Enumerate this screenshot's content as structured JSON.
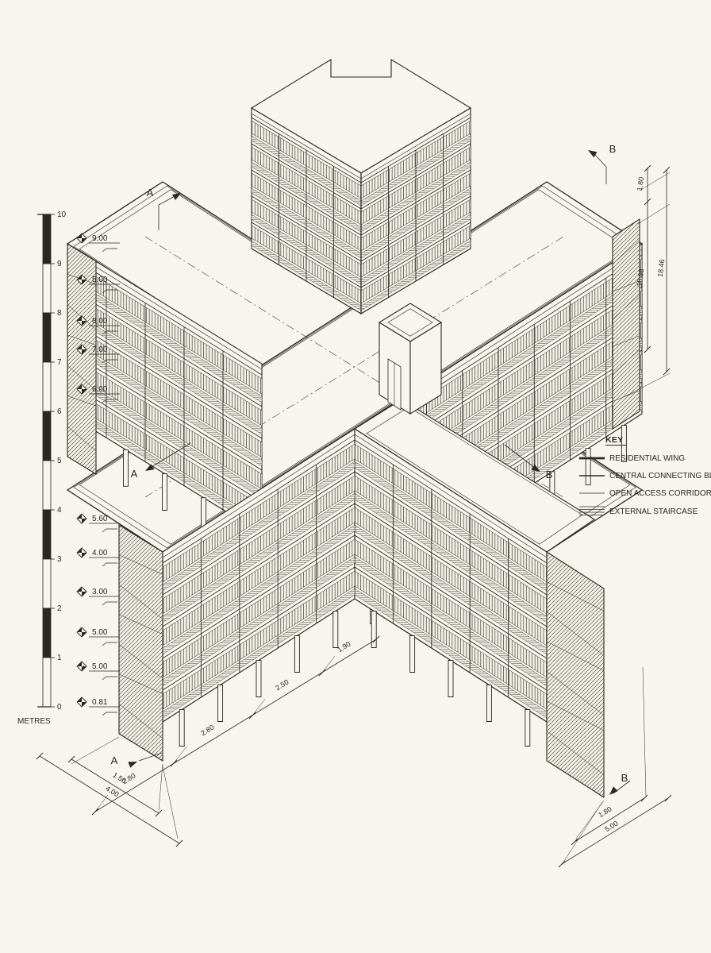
{
  "drawing": {
    "scale_bar": {
      "unit_label": "METRES",
      "ticks": [
        "10",
        "9",
        "8",
        "7",
        "6",
        "5",
        "4",
        "3",
        "2",
        "1",
        "0"
      ]
    },
    "levels": {
      "upper": [
        "9.00",
        "5.00",
        "8.00",
        "7.00",
        "6.00"
      ],
      "lower": [
        "5.60",
        "4.00",
        "3.00",
        "5.00",
        "5.00",
        "0.81"
      ]
    },
    "sections": {
      "a": "A",
      "b": "B"
    },
    "key": {
      "title": "KEY",
      "items": [
        {
          "label": "RESIDENTIAL WING",
          "swatch": "thick-line"
        },
        {
          "label": "CENTRAL CONNECTING BLOCK",
          "swatch": "medium-line"
        },
        {
          "label": "OPEN ACCESS CORRIDOR",
          "swatch": "thin-line"
        },
        {
          "label": "EXTERNAL STAIRCASE",
          "swatch": "hatch"
        }
      ]
    },
    "dimensions": {
      "right_top": "1.80",
      "right_inner": "10.08",
      "right_outer": "18.46",
      "base_chain": [
        "2.80",
        "2.80",
        "2.50",
        "1.90"
      ],
      "bottom_left": [
        "1.50",
        "4.00"
      ],
      "bottom_right": [
        "1.80",
        "5.00"
      ]
    },
    "colors": {
      "paper": "#f7f5ee",
      "ink": "#2b2823"
    }
  }
}
